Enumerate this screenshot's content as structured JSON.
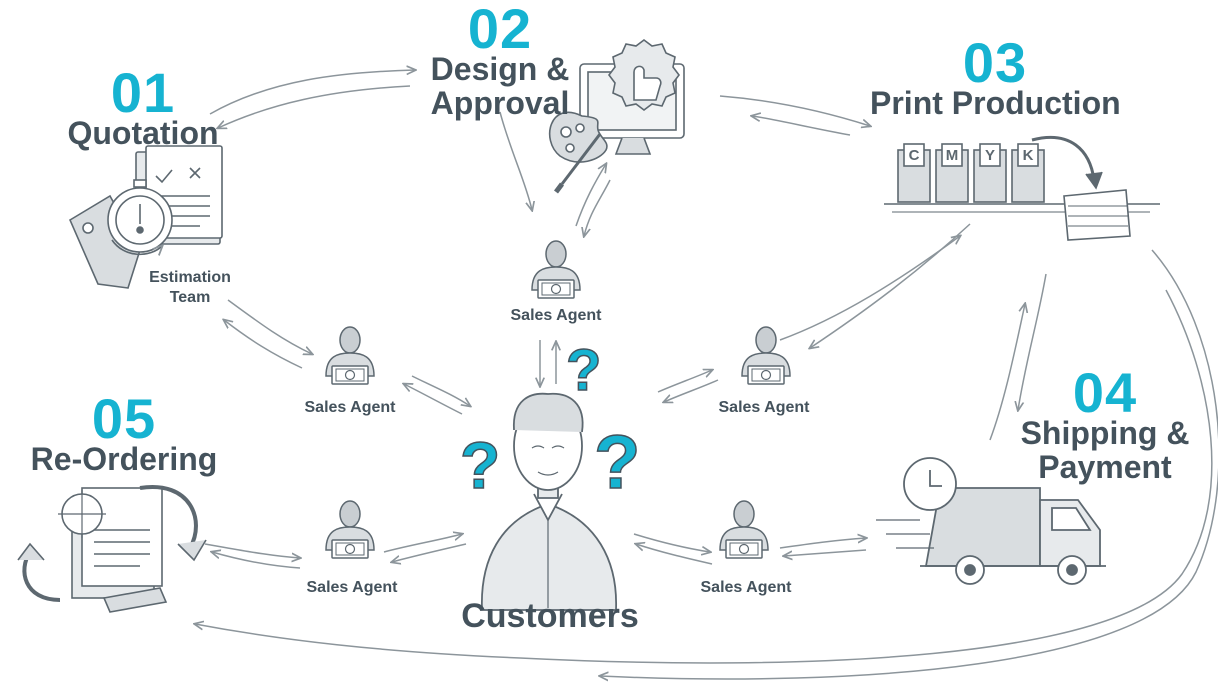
{
  "steps": [
    {
      "number": "01",
      "title_lines": [
        "Quotation"
      ],
      "team_lines": [
        "Estimation",
        "Team"
      ]
    },
    {
      "number": "02",
      "title_lines": [
        "Design &",
        "Approval"
      ]
    },
    {
      "number": "03",
      "title_lines": [
        "Print Production"
      ],
      "press_letters": [
        "C",
        "M",
        "Y",
        "K"
      ]
    },
    {
      "number": "04",
      "title_lines": [
        "Shipping &",
        "Payment"
      ]
    },
    {
      "number": "05",
      "title_lines": [
        "Re-Ordering"
      ]
    }
  ],
  "agents": [
    "Sales Agent",
    "Sales Agent",
    "Sales Agent",
    "Sales Agent",
    "Sales Agent"
  ],
  "customers_label": "Customers",
  "colors": {
    "accent": "#16b3d1",
    "text": "#44525c",
    "line": "#8c959b",
    "fill": "#d9dde0",
    "dark": "#5d6870"
  },
  "icons": [
    "quotation-clock-tag-icon",
    "design-monitor-palette-icon",
    "cmyk-printing-press-icon",
    "delivery-truck-icon",
    "reorder-document-icon",
    "sales-agent-icon",
    "customer-person-icon",
    "question-mark-icon",
    "rupee-note-icon"
  ]
}
